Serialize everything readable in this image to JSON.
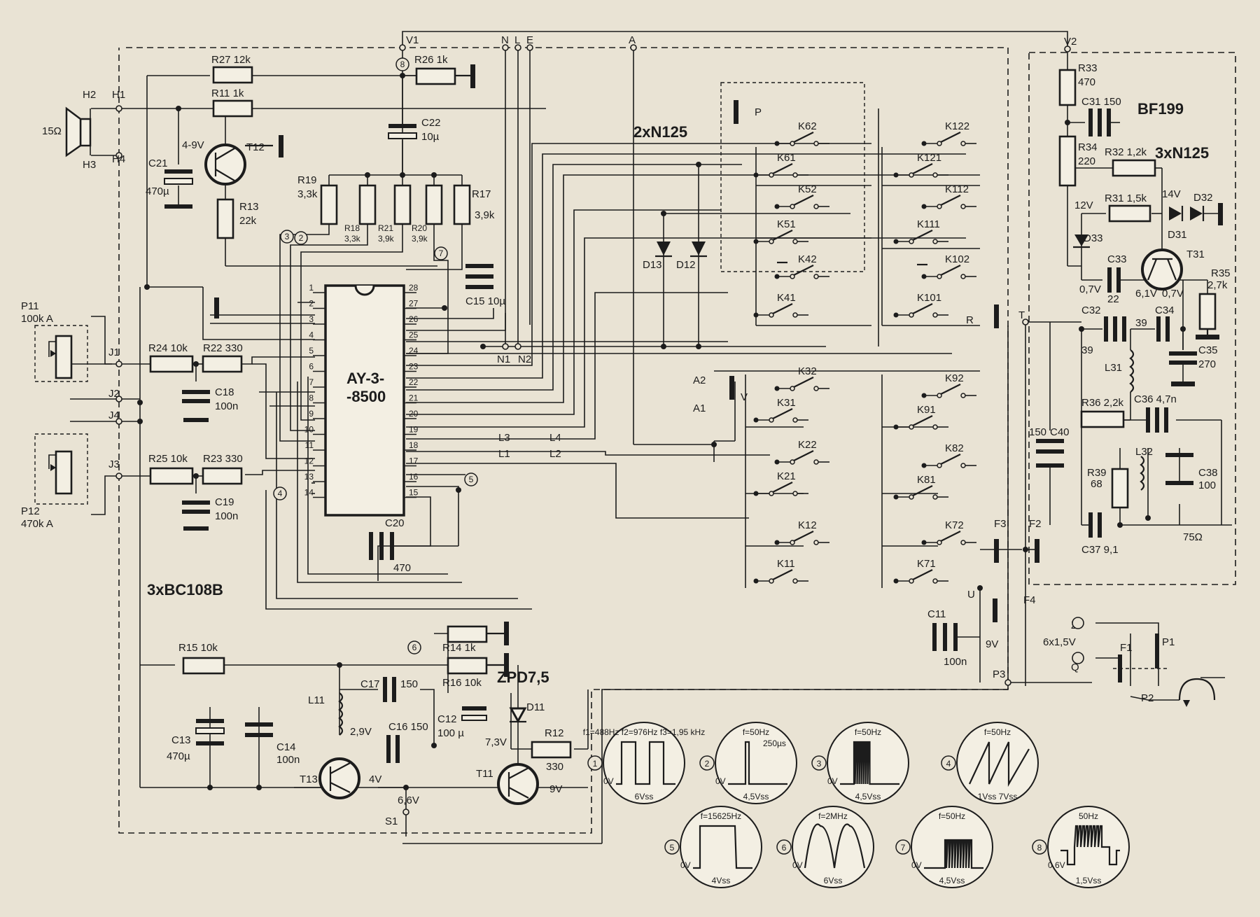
{
  "titles": {
    "ic_name_line1": "AY-3-",
    "ic_name_line2": "-8500",
    "bf199": "BF199",
    "n125_a": "2xN125",
    "n125_b": "3xN125",
    "bc108": "3xBC108B",
    "zpd": "ZPD7,5"
  },
  "rails": {
    "V1": "V1",
    "V2": "V2",
    "N": "N",
    "L": "L",
    "E": "E",
    "A": "A",
    "N1": "N1",
    "N2": "N2",
    "L1": "L1",
    "L2": "L2",
    "L3": "L3",
    "L4": "L4",
    "S1": "S1",
    "T": "T",
    "U": "U",
    "R": "R",
    "P": "P",
    "V": "V",
    "A1": "A1",
    "A2": "A2"
  },
  "resistors": {
    "R27": "R27 12k",
    "R11": "R11 1k",
    "R26": "R26 1k",
    "R13": "R13",
    "R13v": "22k",
    "R19": "R19",
    "R19v": "3,3k",
    "R18": "R18",
    "R18v": "3,3k",
    "R21": "R21",
    "R21v": "3,9k",
    "R20": "R20",
    "R20v": "3,9k",
    "R17": "R17",
    "R17v": "3,9k",
    "R24": "R24 10k",
    "R22": "R22 330",
    "R25": "R25 10k",
    "R23": "R23 330",
    "R15": "R15 10k",
    "R14": "R14 1k",
    "R16": "R16 10k",
    "R12": "R12",
    "R12v": "330",
    "R33": "R33",
    "R33v": "470",
    "R34": "R34",
    "R34v": "220",
    "R32": "R32 1,2k",
    "R31": "R31 1,5k",
    "R35": "R35",
    "R35v": "2,7k",
    "R36": "R36 2,2k",
    "R39": "R39",
    "R39v": "68"
  },
  "capacitors": {
    "C22": "C22",
    "C22v": "10µ",
    "C21": "C21",
    "C21v": "470µ",
    "C15": "C15 10µ",
    "C18": "C18",
    "C18v": "100n",
    "C19": "C19",
    "C19v": "100n",
    "C20": "C20",
    "C20v": "470",
    "C17": "C17",
    "C17v": "150",
    "C16": "C16 150",
    "C12": "C12",
    "C12v": "100 µ",
    "C13": "C13",
    "C13v": "470µ",
    "C14": "C14",
    "C14v": "100n",
    "C11": "C11",
    "C11v": "100n",
    "C31": "C31 150",
    "C33": "C33",
    "C33v": "22",
    "C32": "C32",
    "C32v": "39",
    "C34": "C34",
    "C34v": "39",
    "C35": "C35",
    "C35v": "270",
    "C36": "C36 4,7n",
    "C40": "C40",
    "C40v": "150",
    "C38": "C38",
    "C38v": "100",
    "C37": "C37 9,1"
  },
  "semis": {
    "T12": "T12",
    "T13": "T13",
    "T11": "T11",
    "T31": "T31",
    "D13": "D13",
    "D12": "D12",
    "D11": "D11",
    "D31": "D31",
    "D32": "D32",
    "D33": "D33",
    "L11": "L11",
    "L31": "L31",
    "L32": "L32"
  },
  "pots": {
    "P11": "P11",
    "P11v": "100k A",
    "P12": "P12",
    "P12v": "470k A"
  },
  "speaker": {
    "imp": "15Ω",
    "H1": "H1",
    "H2": "H2",
    "H3": "H3",
    "H4": "H4"
  },
  "voltages": {
    "v49": "4-9V",
    "v12": "12V",
    "v14": "14V",
    "v07a": "0,7V",
    "v61": "6,1V",
    "v07b": "0,7V",
    "v29": "2,9V",
    "v4": "4V",
    "v66": "6,6V",
    "v73": "7,3V",
    "v9": "9V",
    "v9b": "9V",
    "battery": "6x1,5V",
    "ohm75": "75Ω"
  },
  "jacks": {
    "J1": "J1",
    "J2": "J2",
    "J3": "J3",
    "J4": "J4",
    "F1": "F1",
    "F2": "F2",
    "F3": "F3",
    "F4": "F4",
    "P1": "P1",
    "P2": "P2",
    "P3": "P3",
    "Z": "Z",
    "Q": "Q"
  },
  "switches": {
    "K62": "K62",
    "K61": "K61",
    "K52": "K52",
    "K51": "K51",
    "K42": "K42",
    "K41": "K41",
    "K122": "K122",
    "K121": "K121",
    "K112": "K112",
    "K111": "K111",
    "K102": "K102",
    "K101": "K101",
    "K32": "K32",
    "K31": "K31",
    "K22": "K22",
    "K21": "K21",
    "K12": "K12",
    "K11": "K11",
    "K92": "K92",
    "K91": "K91",
    "K82": "K82",
    "K81": "K81",
    "K72": "K72",
    "K71": "K71"
  },
  "ic_pins_left": [
    "1",
    "2",
    "3",
    "4",
    "5",
    "6",
    "7",
    "8",
    "9",
    "10",
    "11",
    "12",
    "13",
    "14"
  ],
  "ic_pins_right": [
    "28",
    "27",
    "26",
    "25",
    "24",
    "23",
    "22",
    "21",
    "20",
    "19",
    "18",
    "17",
    "16",
    "15"
  ],
  "markers": [
    "2",
    "3",
    "4",
    "5",
    "6",
    "7",
    "8"
  ],
  "waveforms": [
    {
      "num": "1",
      "freq": "f1=488Hz  f2=976Hz  f3=1,95 kHz",
      "zero": "0V",
      "amp": "6Vss",
      "type": "square"
    },
    {
      "num": "2",
      "freq": "f=50Hz",
      "extra": "250µs",
      "zero": "0V",
      "amp": "4,5Vss",
      "type": "pulse"
    },
    {
      "num": "3",
      "freq": "f=50Hz",
      "zero": "0V",
      "amp": "4,5Vss",
      "type": "burst"
    },
    {
      "num": "4",
      "freq": "f=50Hz",
      "zero": "",
      "amp": "1Vss  7Vss",
      "type": "saw"
    },
    {
      "num": "5",
      "freq": "f=15625Hz",
      "zero": "0V",
      "amp": "4Vss",
      "type": "hsync"
    },
    {
      "num": "6",
      "freq": "f=2MHz",
      "zero": "0V",
      "amp": "6Vss",
      "type": "sine"
    },
    {
      "num": "7",
      "freq": "f=50Hz",
      "zero": "0V",
      "amp": "4,5Vss",
      "type": "comb"
    },
    {
      "num": "8",
      "freq": "50Hz",
      "zero": "0,6V",
      "amp": "1,5Vss",
      "type": "video"
    }
  ]
}
